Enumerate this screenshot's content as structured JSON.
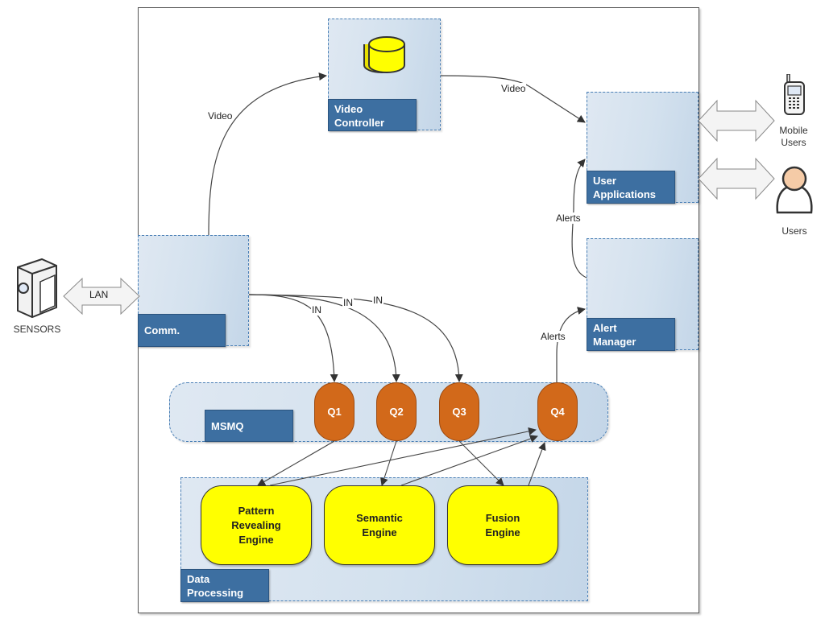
{
  "diagram": {
    "components": {
      "video_controller": {
        "label": "Video\nController",
        "icon": "database-icon"
      },
      "user_applications": {
        "label": "User\nApplications"
      },
      "comm": {
        "label": "Comm."
      },
      "alert_manager": {
        "label": "Alert\nManager"
      },
      "msmq": {
        "label": "MSMQ",
        "queues": [
          "Q1",
          "Q2",
          "Q3",
          "Q4"
        ]
      },
      "data_processing": {
        "label": "Data\nProcessing",
        "engines": [
          "Pattern\nRevealing\nEngine",
          "Semantic\nEngine",
          "Fusion\nEngine"
        ]
      }
    },
    "external": {
      "sensors": {
        "label": "SENSORS",
        "icon": "camera-sensor-icon"
      },
      "mobile_users": {
        "label": "Mobile\nUsers",
        "icon": "mobile-phone-icon"
      },
      "users": {
        "label": "Users",
        "icon": "user-icon"
      }
    },
    "edges": {
      "comm_to_video": "Video",
      "video_to_apps": "Video",
      "alerts_to_apps": "Alerts",
      "q4_to_alert_manager": "Alerts",
      "lan": "LAN",
      "in_q1": "IN",
      "in_q2": "IN",
      "in_q3": "IN"
    },
    "colors": {
      "container_border": "#4a7fb5",
      "label_fill": "#3d6fa1",
      "queue_fill": "#d2691a",
      "engine_fill": "#ffff00"
    }
  }
}
